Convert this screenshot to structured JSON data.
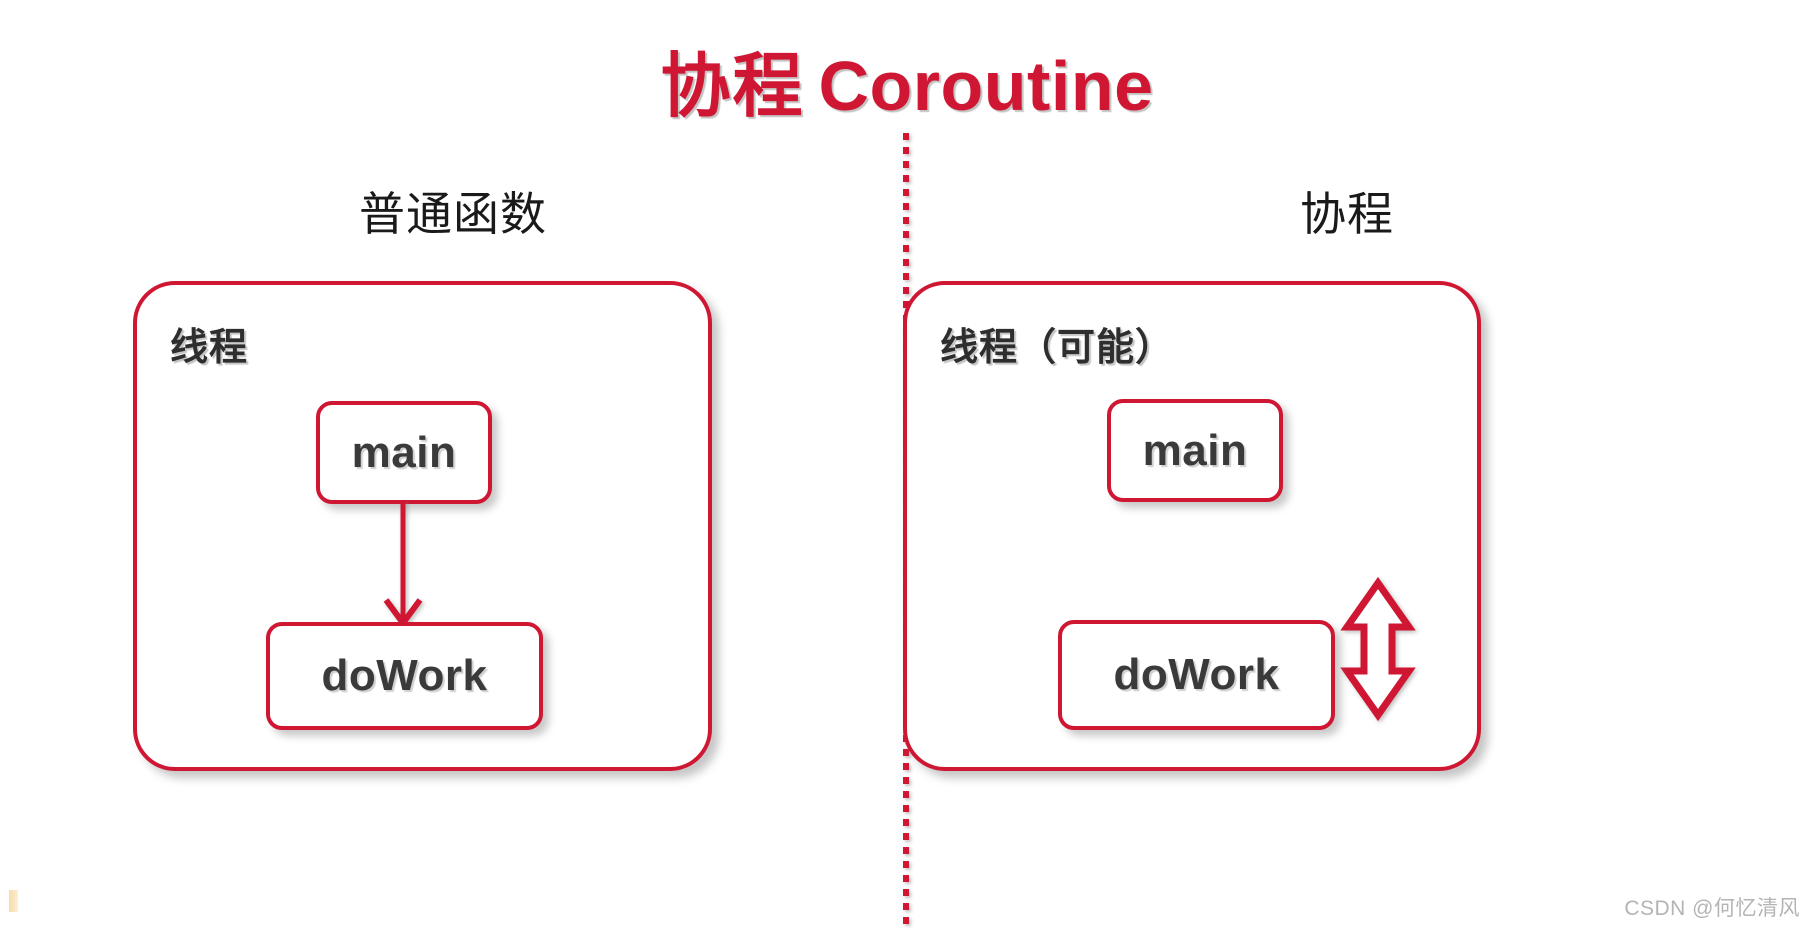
{
  "title": {
    "zh": "协程",
    "en": "Coroutine",
    "color": "#cf1733"
  },
  "divider": {
    "style": "dotted-vertical",
    "color": "#cf1733"
  },
  "columns": [
    {
      "id": "left",
      "heading": "普通函数",
      "thread_label": "线程",
      "boxes": [
        {
          "id": "main",
          "label": "main"
        },
        {
          "id": "dowork",
          "label": "doWork"
        }
      ],
      "arrow": {
        "kind": "single-down",
        "from": "main",
        "to": "doWork",
        "style": "thin-line-open-head",
        "color": "#cf1733"
      }
    },
    {
      "id": "right",
      "heading": "协程",
      "thread_label": "线程（可能）",
      "boxes": [
        {
          "id": "main",
          "label": "main"
        },
        {
          "id": "dowork",
          "label": "doWork"
        }
      ],
      "arrow": {
        "kind": "double-vertical",
        "from": "main",
        "to": "doWork",
        "style": "hollow-block-arrow",
        "color": "#cf1733"
      }
    }
  ],
  "watermark": "CSDN @何忆清风",
  "colors": {
    "accent": "#cf1733",
    "box_border": "#cf1733",
    "box_fill": "#ffffff",
    "text_dark": "#3a3a3a",
    "heading_text": "#1a1a1a",
    "watermark_text": "#b4b4b4",
    "background": "#ffffff"
  }
}
